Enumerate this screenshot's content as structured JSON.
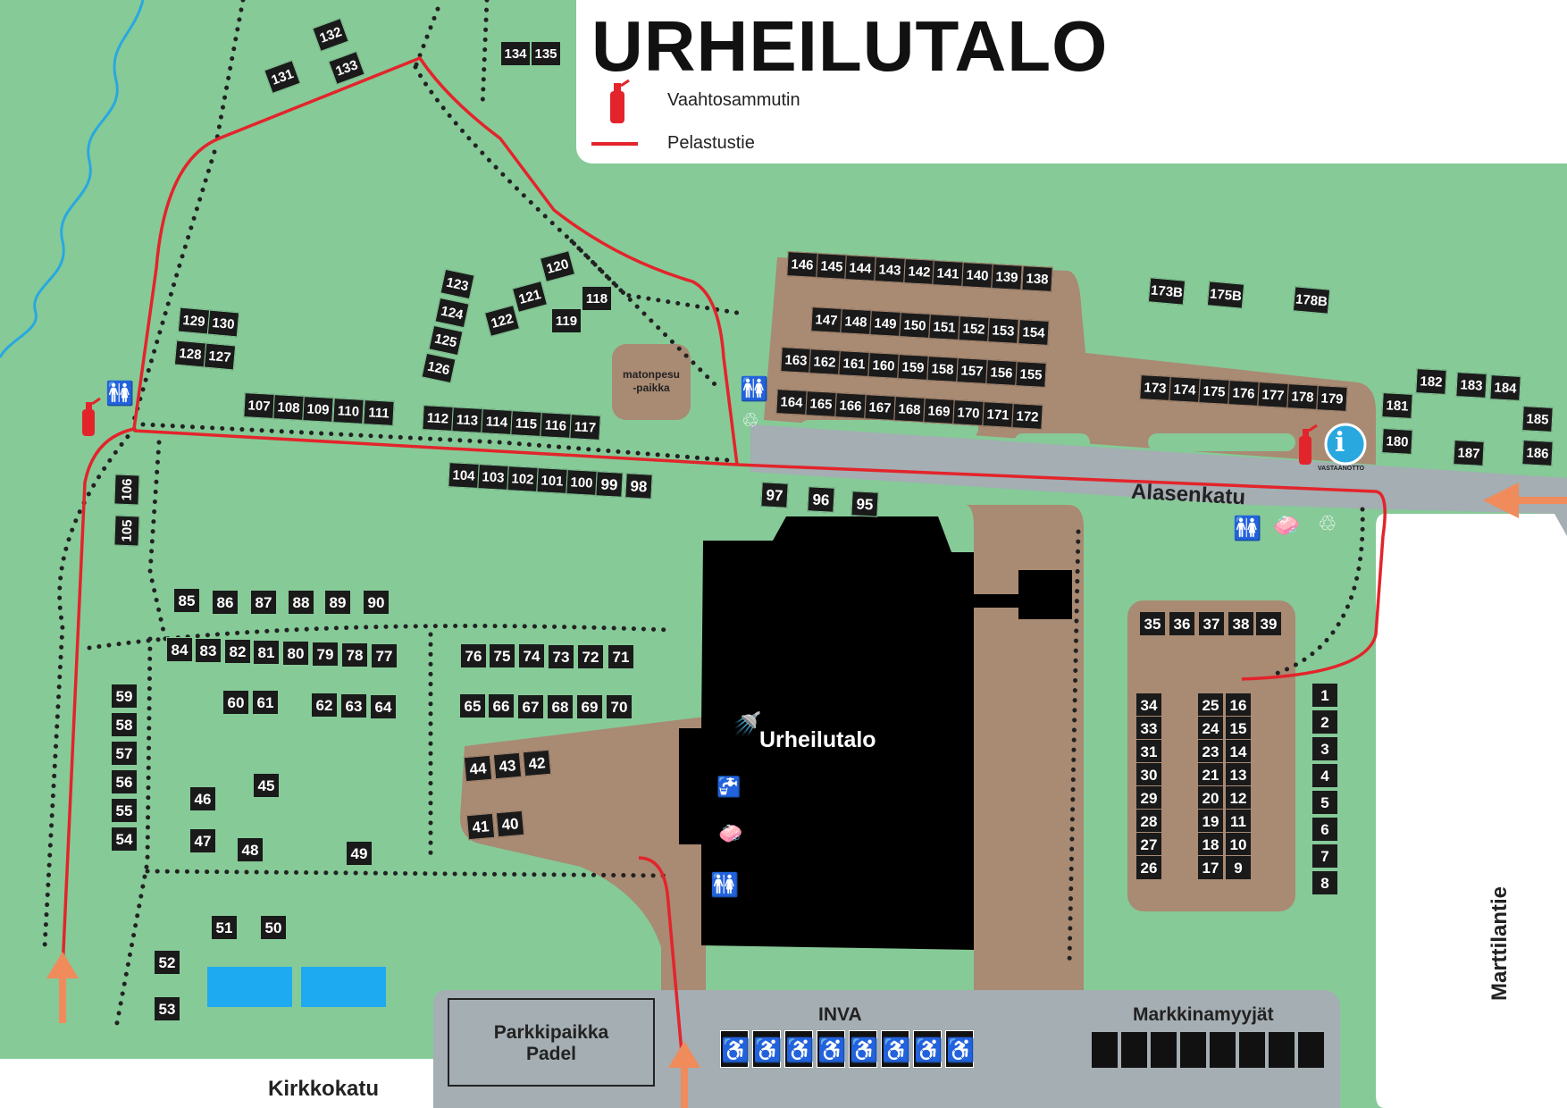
{
  "title": "URHEILUTALO",
  "legend": [
    {
      "icon": "fire-extinguisher-icon",
      "label": "Vaahtosammutin"
    },
    {
      "icon": "red-line",
      "label": "Pelastustie"
    }
  ],
  "building": {
    "label": "Urheilutalo"
  },
  "wash_area": {
    "label_line1": "matonpesu",
    "label_line2": "-paikka"
  },
  "info": {
    "glyph": "i",
    "label": "VASTAANOTTO"
  },
  "roads": {
    "alasenkatu": "Alasenkatu",
    "kirkkokatu": "Kirkkokatu",
    "marttilantie": "Marttilantie"
  },
  "parking": {
    "padel_line1": "Parkkipaikka",
    "padel_line2": "Padel",
    "inva": "INVA",
    "market": "Markkinamyyjät"
  },
  "colors": {
    "grass": "#86ca98",
    "sand": "#a98a73",
    "road": "#a4aeb3",
    "plot": "#1a1a1a",
    "rescue_route": "#e3242b",
    "arrow": "#f08b5b",
    "water": "#1eaaf1",
    "river": "#29a8e0"
  },
  "plots": [
    {
      "n": "132"
    },
    {
      "n": "131"
    },
    {
      "n": "133"
    },
    {
      "n": "134"
    },
    {
      "n": "135"
    },
    {
      "n": "123"
    },
    {
      "n": "124"
    },
    {
      "n": "125"
    },
    {
      "n": "126"
    },
    {
      "n": "120"
    },
    {
      "n": "121"
    },
    {
      "n": "122"
    },
    {
      "n": "118"
    },
    {
      "n": "119"
    },
    {
      "n": "129"
    },
    {
      "n": "130"
    },
    {
      "n": "128"
    },
    {
      "n": "127"
    },
    {
      "n": "107"
    },
    {
      "n": "108"
    },
    {
      "n": "109"
    },
    {
      "n": "110"
    },
    {
      "n": "111"
    },
    {
      "n": "112"
    },
    {
      "n": "113"
    },
    {
      "n": "114"
    },
    {
      "n": "115"
    },
    {
      "n": "116"
    },
    {
      "n": "117"
    },
    {
      "n": "104"
    },
    {
      "n": "103"
    },
    {
      "n": "102"
    },
    {
      "n": "101"
    },
    {
      "n": "100"
    },
    {
      "n": "99"
    },
    {
      "n": "98"
    },
    {
      "n": "106"
    },
    {
      "n": "105"
    },
    {
      "n": "97"
    },
    {
      "n": "96"
    },
    {
      "n": "95"
    },
    {
      "n": "146"
    },
    {
      "n": "145"
    },
    {
      "n": "144"
    },
    {
      "n": "143"
    },
    {
      "n": "142"
    },
    {
      "n": "141"
    },
    {
      "n": "140"
    },
    {
      "n": "139"
    },
    {
      "n": "138"
    },
    {
      "n": "147"
    },
    {
      "n": "148"
    },
    {
      "n": "149"
    },
    {
      "n": "150"
    },
    {
      "n": "151"
    },
    {
      "n": "152"
    },
    {
      "n": "153"
    },
    {
      "n": "154"
    },
    {
      "n": "163"
    },
    {
      "n": "162"
    },
    {
      "n": "161"
    },
    {
      "n": "160"
    },
    {
      "n": "159"
    },
    {
      "n": "158"
    },
    {
      "n": "157"
    },
    {
      "n": "156"
    },
    {
      "n": "155"
    },
    {
      "n": "164"
    },
    {
      "n": "165"
    },
    {
      "n": "166"
    },
    {
      "n": "167"
    },
    {
      "n": "168"
    },
    {
      "n": "169"
    },
    {
      "n": "170"
    },
    {
      "n": "171"
    },
    {
      "n": "172"
    },
    {
      "n": "173B"
    },
    {
      "n": "175B"
    },
    {
      "n": "178B"
    },
    {
      "n": "173"
    },
    {
      "n": "174"
    },
    {
      "n": "175"
    },
    {
      "n": "176"
    },
    {
      "n": "177"
    },
    {
      "n": "178"
    },
    {
      "n": "179"
    },
    {
      "n": "182"
    },
    {
      "n": "183"
    },
    {
      "n": "184"
    },
    {
      "n": "181"
    },
    {
      "n": "180"
    },
    {
      "n": "185"
    },
    {
      "n": "187"
    },
    {
      "n": "186"
    },
    {
      "n": "85"
    },
    {
      "n": "86"
    },
    {
      "n": "87"
    },
    {
      "n": "88"
    },
    {
      "n": "89"
    },
    {
      "n": "90"
    },
    {
      "n": "84"
    },
    {
      "n": "83"
    },
    {
      "n": "82"
    },
    {
      "n": "81"
    },
    {
      "n": "80"
    },
    {
      "n": "79"
    },
    {
      "n": "78"
    },
    {
      "n": "77"
    },
    {
      "n": "76"
    },
    {
      "n": "75"
    },
    {
      "n": "74"
    },
    {
      "n": "73"
    },
    {
      "n": "72"
    },
    {
      "n": "71"
    },
    {
      "n": "60"
    },
    {
      "n": "61"
    },
    {
      "n": "62"
    },
    {
      "n": "63"
    },
    {
      "n": "64"
    },
    {
      "n": "65"
    },
    {
      "n": "66"
    },
    {
      "n": "67"
    },
    {
      "n": "68"
    },
    {
      "n": "69"
    },
    {
      "n": "70"
    },
    {
      "n": "59"
    },
    {
      "n": "58"
    },
    {
      "n": "57"
    },
    {
      "n": "56"
    },
    {
      "n": "55"
    },
    {
      "n": "54"
    },
    {
      "n": "46"
    },
    {
      "n": "45"
    },
    {
      "n": "47"
    },
    {
      "n": "48"
    },
    {
      "n": "49"
    },
    {
      "n": "44"
    },
    {
      "n": "43"
    },
    {
      "n": "42"
    },
    {
      "n": "41"
    },
    {
      "n": "40"
    },
    {
      "n": "51"
    },
    {
      "n": "50"
    },
    {
      "n": "52"
    },
    {
      "n": "53"
    },
    {
      "n": "35"
    },
    {
      "n": "36"
    },
    {
      "n": "37"
    },
    {
      "n": "38"
    },
    {
      "n": "39"
    },
    {
      "n": "34"
    },
    {
      "n": "33"
    },
    {
      "n": "31"
    },
    {
      "n": "30"
    },
    {
      "n": "29"
    },
    {
      "n": "28"
    },
    {
      "n": "27"
    },
    {
      "n": "26"
    },
    {
      "n": "25"
    },
    {
      "n": "24"
    },
    {
      "n": "23"
    },
    {
      "n": "21"
    },
    {
      "n": "20"
    },
    {
      "n": "19"
    },
    {
      "n": "18"
    },
    {
      "n": "17"
    },
    {
      "n": "16"
    },
    {
      "n": "15"
    },
    {
      "n": "14"
    },
    {
      "n": "13"
    },
    {
      "n": "12"
    },
    {
      "n": "11"
    },
    {
      "n": "10"
    },
    {
      "n": "9"
    },
    {
      "n": "1"
    },
    {
      "n": "2"
    },
    {
      "n": "3"
    },
    {
      "n": "4"
    },
    {
      "n": "5"
    },
    {
      "n": "6"
    },
    {
      "n": "7"
    },
    {
      "n": "8"
    }
  ]
}
